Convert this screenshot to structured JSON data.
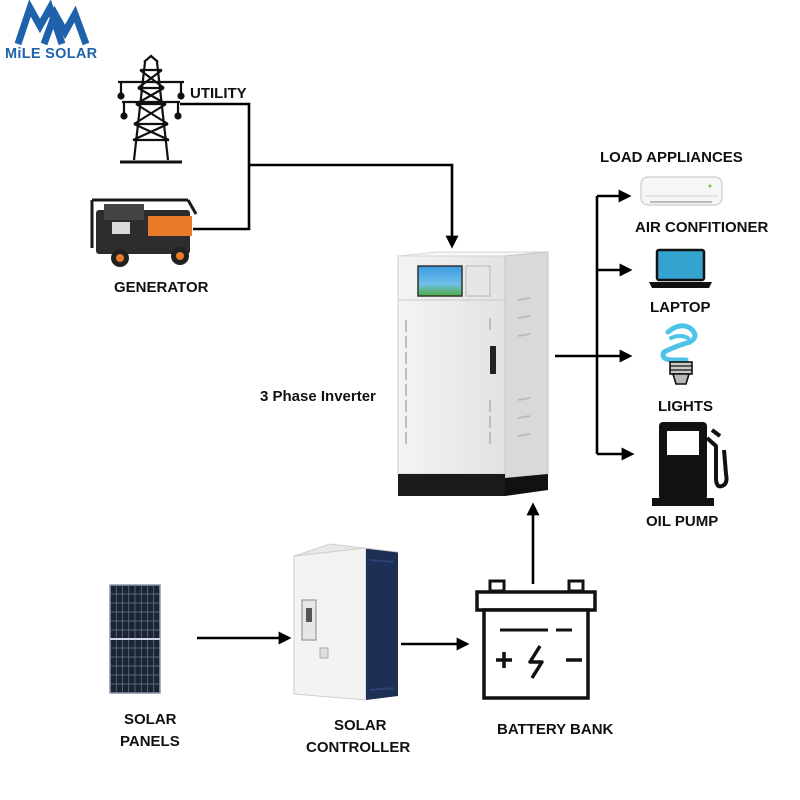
{
  "brand": {
    "name": "MiLE SOLAR",
    "color": "#1f62ac"
  },
  "labels": {
    "utility": "UTILITY",
    "generator": "GENERATOR",
    "inverter": "3 Phase Inverter",
    "load_appliances": "LOAD APPLIANCES",
    "air_conditioner": "AIR CONFITIONER",
    "laptop": "LAPTOP",
    "lights": "LIGHTS",
    "oil_pump": "OIL PUMP",
    "solar_panels_line1": "SOLAR",
    "solar_panels_line2": "PANELS",
    "solar_controller_line1": "SOLAR",
    "solar_controller_line2": "CONTROLLER",
    "battery_bank": "BATTERY BANK"
  },
  "icons": {
    "utility": "transmission-tower-icon",
    "generator": "generator-icon",
    "inverter": "inverter-cabinet-icon",
    "air_conditioner": "air-conditioner-icon",
    "laptop": "laptop-icon",
    "lights": "light-bulb-icon",
    "oil_pump": "fuel-pump-icon",
    "solar_panels": "solar-panel-icon",
    "solar_controller": "solar-controller-icon",
    "battery": "battery-icon"
  },
  "colors": {
    "generator_accent": "#e87a2a",
    "laptop_screen": "#35a3d0",
    "bulb": "#4ec3e8",
    "solar_cell": "#1b2433",
    "controller_panel": "#1e2f55"
  }
}
